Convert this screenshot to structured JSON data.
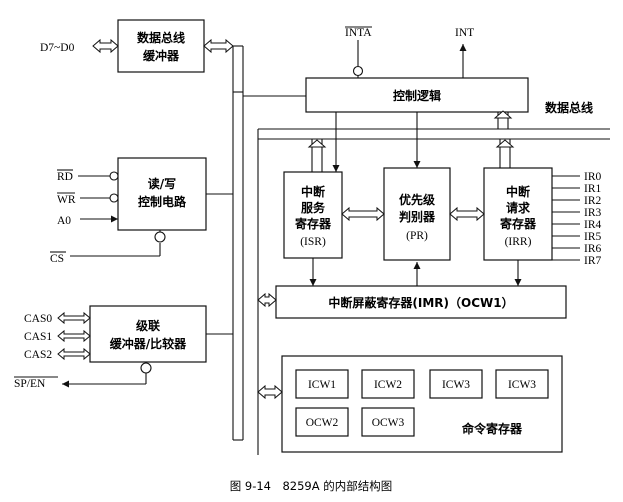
{
  "signals": {
    "d_bus": "D7~D0",
    "inta": "INTA",
    "int": "INT",
    "rd": "RD",
    "wr": "WR",
    "a0": "A0",
    "cs": "CS",
    "cas0": "CAS0",
    "cas1": "CAS1",
    "cas2": "CAS2",
    "sp_en": "SP/EN",
    "ir_lines": [
      "IR0",
      "IR1",
      "IR2",
      "IR3",
      "IR4",
      "IR5",
      "IR6",
      "IR7"
    ]
  },
  "blocks": {
    "data_bus_buffer": {
      "line1": "数据总线",
      "line2": "缓冲器"
    },
    "control_logic": "控制逻辑",
    "data_bus_label": "数据总线",
    "rw_control": {
      "line1": "读/写",
      "line2": "控制电路"
    },
    "cascade": {
      "line1": "级联",
      "line2": "缓冲器/比较器"
    },
    "isr": {
      "line1": "中断",
      "line2": "服务",
      "line3": "寄存器",
      "line4": "(ISR)"
    },
    "pr": {
      "line1": "优先级",
      "line2": "判别器",
      "line3": "(PR)"
    },
    "irr": {
      "line1": "中断",
      "line2": "请求",
      "line3": "寄存器",
      "line4": "(IRR)"
    },
    "imr": "中断屏蔽寄存器(IMR)（OCW1）",
    "command_registers": {
      "label": "命令寄存器",
      "icw": [
        "ICW1",
        "ICW2",
        "ICW3",
        "ICW3"
      ],
      "ocw": [
        "OCW2",
        "OCW3"
      ]
    }
  },
  "caption": "图 9-14　8259A 的内部结构图"
}
